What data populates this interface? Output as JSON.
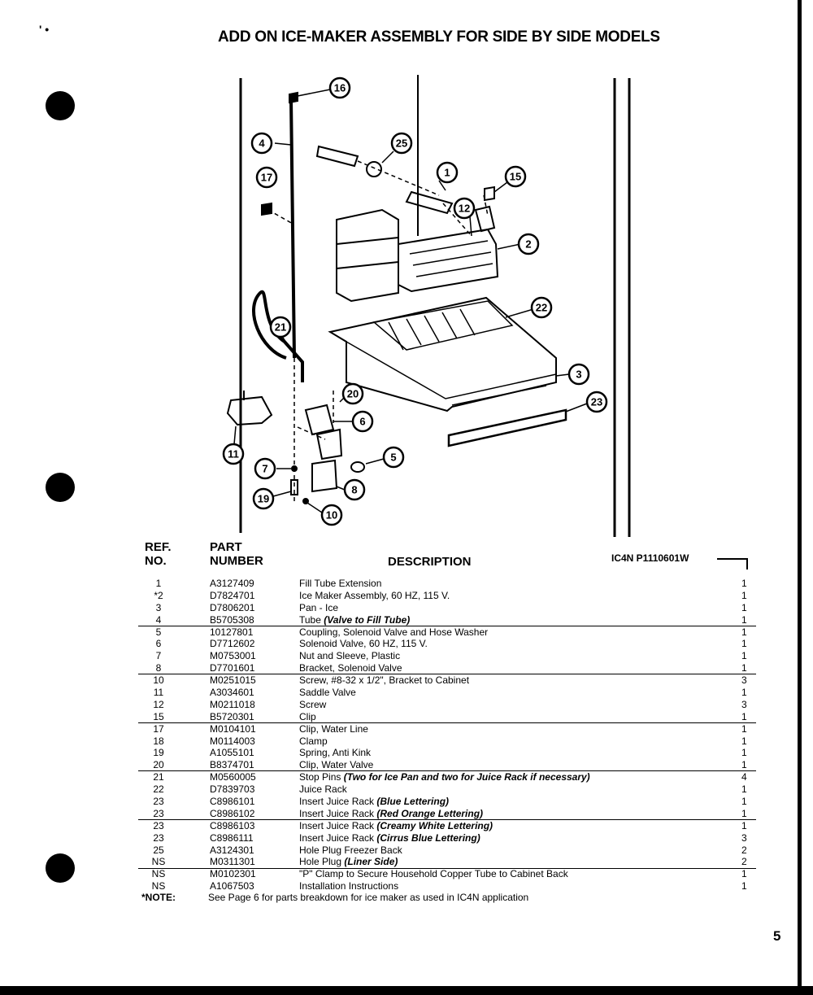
{
  "page": {
    "corner_mark": "' •",
    "title": "ADD ON ICE-MAKER ASSEMBLY FOR SIDE BY SIDE MODELS",
    "page_number": "5"
  },
  "diagram": {
    "callouts": [
      "16",
      "4",
      "25",
      "1",
      "15",
      "17",
      "12",
      "2",
      "22",
      "21",
      "3",
      "20",
      "6",
      "23",
      "11",
      "5",
      "7",
      "8",
      "19",
      "10"
    ]
  },
  "table": {
    "headers": {
      "ref_line1": "REF.",
      "ref_line2": "NO.",
      "part_line1": "PART",
      "part_line2": "NUMBER",
      "description": "DESCRIPTION"
    },
    "model_code": "IC4N  P1110601W",
    "rows": [
      {
        "ref": "1",
        "part": "A3127409",
        "desc": "Fill Tube Extension",
        "desc_italic": "",
        "qty": "1"
      },
      {
        "ref": "*2",
        "part": "D7824701",
        "desc": "Ice Maker Assembly, 60 HZ, 115 V.",
        "desc_italic": "",
        "qty": "1"
      },
      {
        "ref": "3",
        "part": "D7806201",
        "desc": "Pan - Ice",
        "desc_italic": "",
        "qty": "1"
      },
      {
        "ref": "4",
        "part": "B5705308",
        "desc": "Tube ",
        "desc_italic": "(Valve to Fill Tube)",
        "qty": "1"
      },
      {
        "ref": "5",
        "part": "10127801",
        "desc": "Coupling, Solenoid Valve and Hose Washer",
        "desc_italic": "",
        "qty": "1"
      },
      {
        "ref": "6",
        "part": "D7712602",
        "desc": "Solenoid Valve, 60 HZ, 115 V.",
        "desc_italic": "",
        "qty": "1"
      },
      {
        "ref": "7",
        "part": "M0753001",
        "desc": "Nut and Sleeve, Plastic",
        "desc_italic": "",
        "qty": "1"
      },
      {
        "ref": "8",
        "part": "D7701601",
        "desc": "Bracket, Solenoid Valve",
        "desc_italic": "",
        "qty": "1"
      },
      {
        "ref": "10",
        "part": "M0251015",
        "desc": "Screw, #8-32 x 1/2\", Bracket to Cabinet",
        "desc_italic": "",
        "qty": "3"
      },
      {
        "ref": "11",
        "part": "A3034601",
        "desc": "Saddle Valve",
        "desc_italic": "",
        "qty": "1"
      },
      {
        "ref": "12",
        "part": "M0211018",
        "desc": "Screw",
        "desc_italic": "",
        "qty": "3"
      },
      {
        "ref": "15",
        "part": "B5720301",
        "desc": "Clip",
        "desc_italic": "",
        "qty": "1"
      },
      {
        "ref": "17",
        "part": "M0104101",
        "desc": "Clip, Water Line",
        "desc_italic": "",
        "qty": "1"
      },
      {
        "ref": "18",
        "part": "M0114003",
        "desc": "Clamp",
        "desc_italic": "",
        "qty": "1"
      },
      {
        "ref": "19",
        "part": "A1055101",
        "desc": "Spring, Anti Kink",
        "desc_italic": "",
        "qty": "1"
      },
      {
        "ref": "20",
        "part": "B8374701",
        "desc": "Clip, Water Valve",
        "desc_italic": "",
        "qty": "1"
      },
      {
        "ref": "21",
        "part": "M0560005",
        "desc": "Stop Pins ",
        "desc_italic": "(Two for Ice Pan and two for Juice Rack if necessary)",
        "qty": "4"
      },
      {
        "ref": "22",
        "part": "D7839703",
        "desc": "Juice Rack",
        "desc_italic": "",
        "qty": "1"
      },
      {
        "ref": "23",
        "part": "C8986101",
        "desc": "Insert Juice Rack ",
        "desc_italic": "(Blue Lettering)",
        "qty": "1"
      },
      {
        "ref": "23",
        "part": "C8986102",
        "desc": "Insert Juice Rack ",
        "desc_italic": "(Red Orange Lettering)",
        "qty": "1"
      },
      {
        "ref": "23",
        "part": "C8986103",
        "desc": "Insert Juice Rack ",
        "desc_italic": "(Creamy White Lettering)",
        "qty": "1"
      },
      {
        "ref": "23",
        "part": "C8986111",
        "desc": "Insert Juice Rack ",
        "desc_italic": "(Cirrus Blue Lettering)",
        "qty": "3"
      },
      {
        "ref": "25",
        "part": "A3124301",
        "desc": "Hole Plug Freezer Back",
        "desc_italic": "",
        "qty": "2"
      },
      {
        "ref": "NS",
        "part": "M0311301",
        "desc": "Hole Plug ",
        "desc_italic": "(Liner Side)",
        "qty": "2"
      },
      {
        "ref": "NS",
        "part": "M0102301",
        "desc": "\"P\" Clamp to Secure Household Copper Tube to Cabinet Back",
        "desc_italic": "",
        "qty": "1"
      },
      {
        "ref": "NS",
        "part": "A1067503",
        "desc": "Installation Instructions",
        "desc_italic": "",
        "qty": "1"
      }
    ],
    "separator_after_rows": [
      4,
      8,
      12,
      16,
      20,
      24
    ]
  },
  "note": {
    "label": "*NOTE:",
    "text": "See Page 6 for parts breakdown for ice maker as used in IC4N application"
  }
}
